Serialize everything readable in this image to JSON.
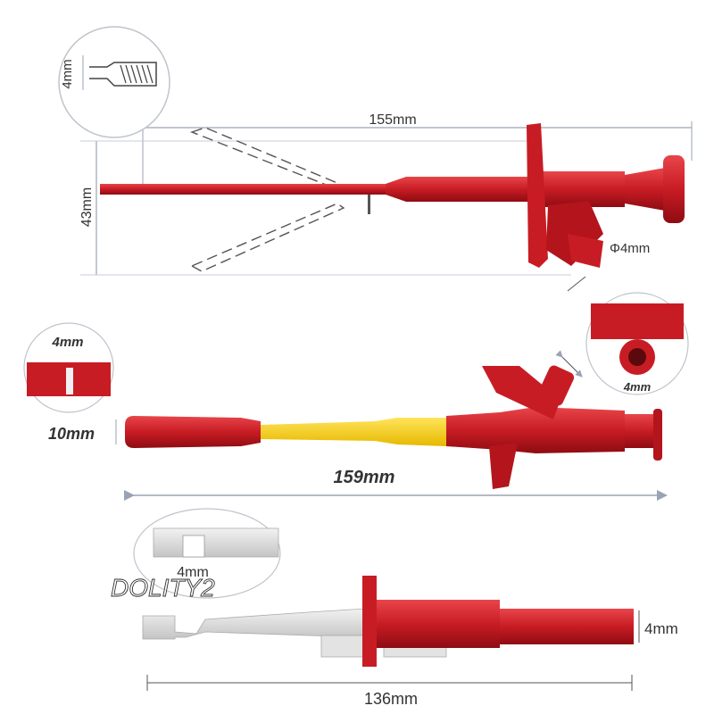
{
  "probe1": {
    "length_label": "155mm",
    "height_label": "43mm",
    "socket_label": "Φ4mm",
    "inset_label": "4mm",
    "color_red": "#d0202a",
    "color_dark_red": "#9e1015"
  },
  "probe2": {
    "length_label": "159mm",
    "diameter_label": "10mm",
    "inset_left_label": "4mm",
    "inset_right_label": "4mm",
    "color_yellow": "#f6d21a"
  },
  "probe3": {
    "length_label": "136mm",
    "diameter_label": "4mm",
    "inset_label": "4mm",
    "color_grey": "#d9d9d9"
  },
  "watermark": "DOLITY2"
}
